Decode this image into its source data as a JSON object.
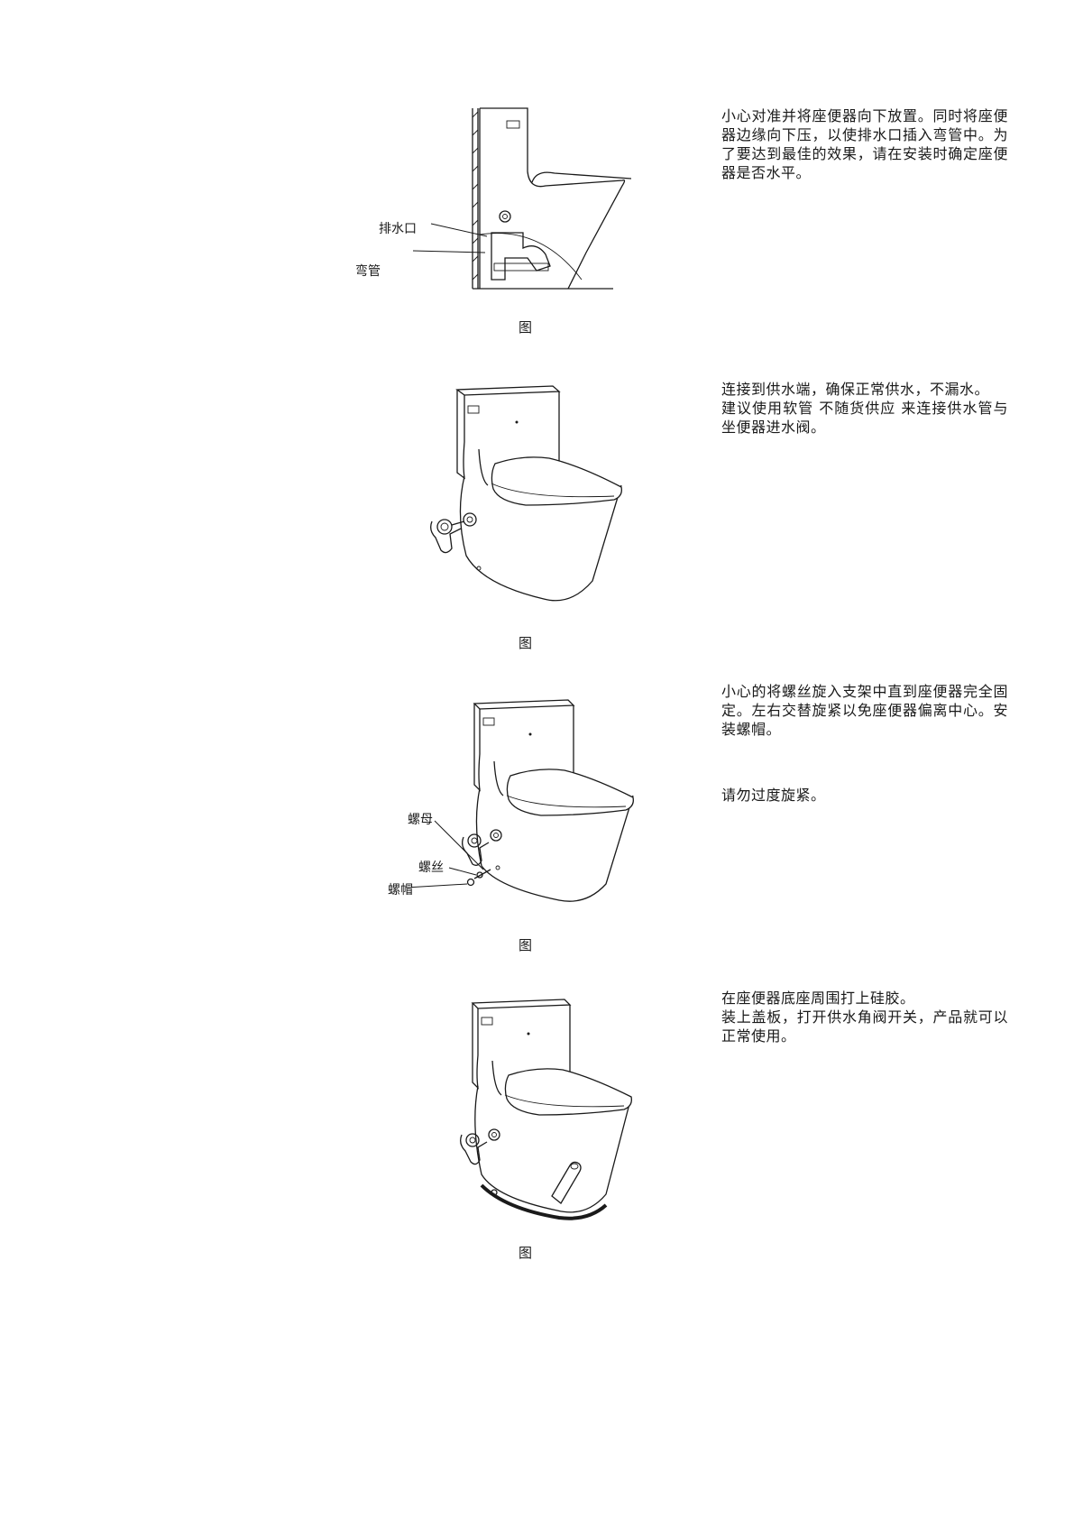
{
  "steps": [
    {
      "text": [
        "小心对准并将座便器向下放置。同时将座便器边缘向下压，以使排水口插入弯管中。为了要达到最佳的效果，请在安装时确定座便器是否水平。"
      ],
      "caption": "图",
      "labels": {
        "drain_outlet": "排水口",
        "elbow_pipe": "弯管"
      },
      "icon": "toilet-side-section-icon"
    },
    {
      "text": [
        "连接到供水端，确保正常供水，不漏水。",
        "建议使用软管 不随货供应 来连接供水管与坐便器进水阀。"
      ],
      "caption": "图",
      "icon": "toilet-water-supply-icon"
    },
    {
      "text": [
        "小心的将螺丝旋入支架中直到座便器完全固定。左右交替旋紧以免座便器偏离中心。安装螺帽。"
      ],
      "warning": "请勿过度旋紧。",
      "caption": "图",
      "labels": {
        "nut": "螺母",
        "screw": "螺丝",
        "cap": "螺帽"
      },
      "icon": "toilet-screw-fixing-icon"
    },
    {
      "text": [
        "在座便器底座周围打上硅胶。",
        "装上盖板，打开供水角阀开关，产品就可以正常使用。"
      ],
      "caption": "图",
      "icon": "toilet-silicone-seal-icon"
    }
  ]
}
